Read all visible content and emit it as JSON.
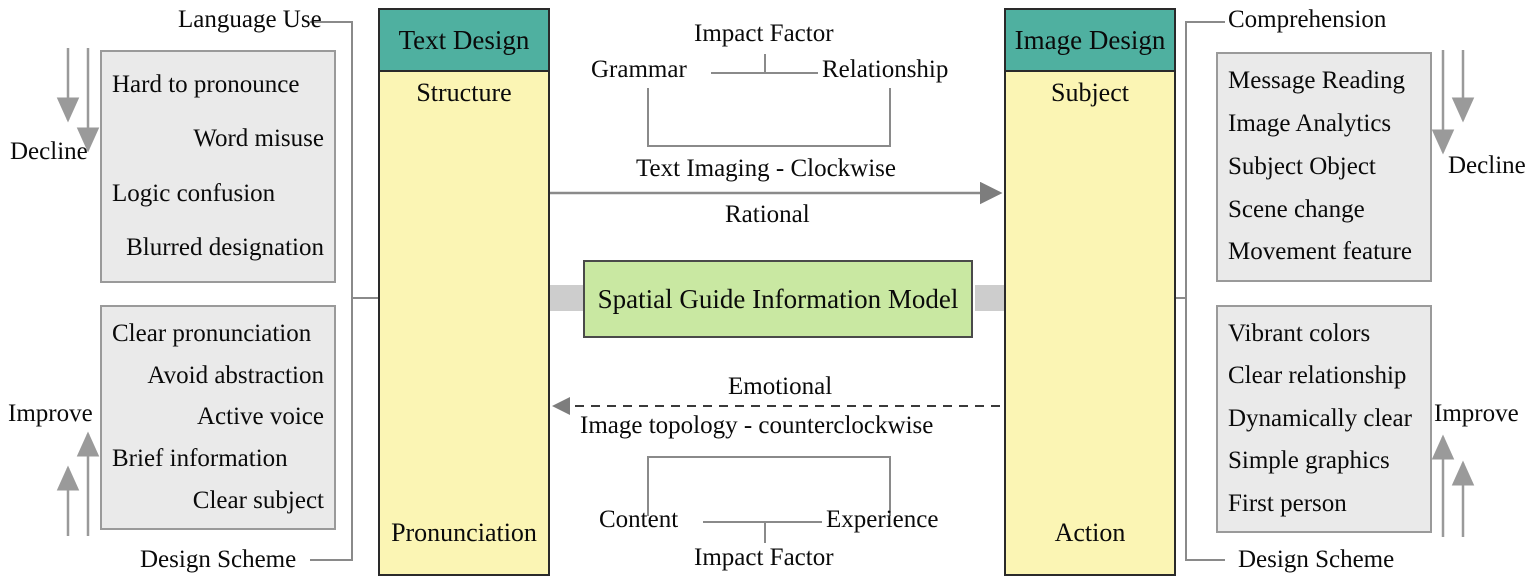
{
  "diagram": {
    "title": "Spatial Guide Information Model",
    "colors": {
      "header_teal": "#4FB0A0",
      "column_yellow": "#FBF5B4",
      "model_green": "#C9E8A2",
      "panel_grey": "#eaeaea",
      "arrow_grey": "#cccccc",
      "line_grey": "#8a8a8a"
    }
  },
  "left": {
    "top_connector_label": "Language Use",
    "bottom_connector_label": "Design Scheme",
    "decline_label": "Decline",
    "improve_label": "Improve",
    "problems": [
      "Hard to pronounce",
      "Word misuse",
      "Logic confusion",
      "Blurred designation"
    ],
    "solutions": [
      "Clear pronunciation",
      "Avoid abstraction",
      "Active voice",
      "Brief information",
      "Clear subject"
    ]
  },
  "text_column": {
    "header": "Text Design",
    "top_label": "Structure",
    "bottom_label": "Pronunciation"
  },
  "image_column": {
    "header": "Image Design",
    "top_label": "Subject",
    "bottom_label": "Action"
  },
  "center": {
    "model_label": "Spatial Guide Information Model",
    "top_factor": {
      "impact_label": "Impact Factor",
      "left_node": "Grammar",
      "right_node": "Relationship"
    },
    "bottom_factor": {
      "impact_label": "Impact Factor",
      "left_node": "Content",
      "right_node": "Experience"
    },
    "forward_flow": {
      "above_label": "Text Imaging - Clockwise",
      "below_label": "Rational"
    },
    "reverse_flow": {
      "above_label": "Emotional",
      "below_label": "Image topology - counterclockwise"
    }
  },
  "right": {
    "top_connector_label": "Comprehension",
    "bottom_connector_label": "Design Scheme",
    "decline_label": "Decline",
    "improve_label": "Improve",
    "problems": [
      "Message Reading",
      "Image Analytics",
      "Subject Object",
      "Scene change",
      "Movement feature"
    ],
    "solutions": [
      "Vibrant colors",
      "Clear relationship",
      "Dynamically clear",
      "Simple graphics",
      "First person"
    ]
  }
}
